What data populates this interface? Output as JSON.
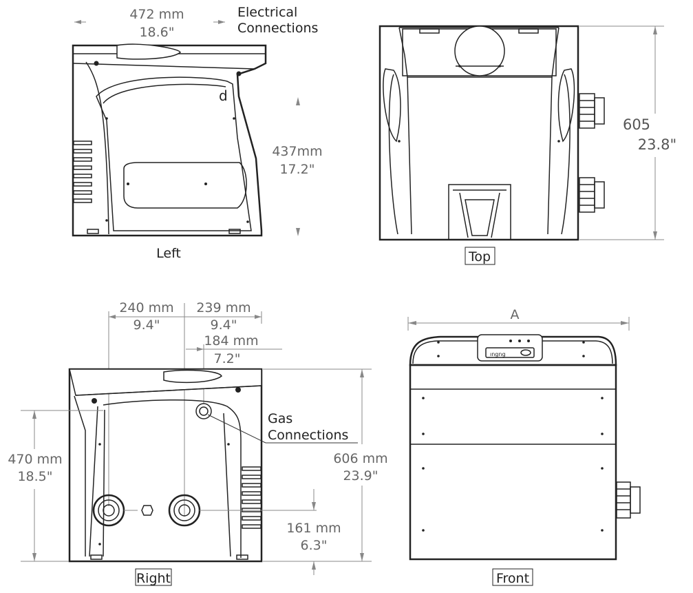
{
  "views": {
    "left": {
      "label": "Left"
    },
    "top": {
      "label": "Top"
    },
    "right": {
      "label": "Right"
    },
    "front": {
      "label": "Front"
    }
  },
  "annotations": {
    "electrical_line1": "Electrical",
    "electrical_line2": "Connections",
    "gas_line1": "Gas",
    "gas_line2": "Connections"
  },
  "dimensions": {
    "left_width_mm": "472 mm",
    "left_width_in": "18.6\"",
    "left_height_mm": "437mm",
    "left_height_in": "17.2\"",
    "top_depth_mm": "605",
    "top_depth_in": "23.8\"",
    "right_a_mm": "240 mm",
    "right_a_in": "9.4\"",
    "right_b_mm": "239 mm",
    "right_b_in": "9.4\"",
    "right_c_mm": "184 mm",
    "right_c_in": "7.2\"",
    "right_left_mm": "470 mm",
    "right_left_in": "18.5\"",
    "right_height_mm": "606 mm",
    "right_height_in": "23.9\"",
    "right_bottom_mm": "161 mm",
    "right_bottom_in": "6.3\"",
    "front_width": "A"
  }
}
